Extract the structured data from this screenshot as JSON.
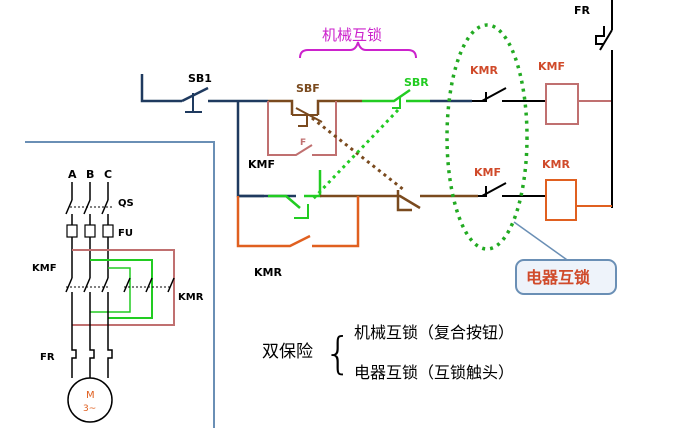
{
  "labels": {
    "fr_top": "FR",
    "sb1": "SB1",
    "sbf": "SBF",
    "sbr": "SBR",
    "kmf_left": "KMF",
    "kmr_left": "KMR",
    "kmr_contact": "KMR",
    "kmf_contact": "KMF",
    "kmf_coil": "KMF",
    "kmr_coil": "KMR",
    "mech_interlock": "机械互锁",
    "elec_interlock": "电器互锁",
    "double_insurance": "双保险",
    "brace": "{",
    "line1": "机械互锁（复合按钮）",
    "line2": "电器互锁（互锁触头）"
  },
  "main_circuit": {
    "phase_a": "A",
    "phase_b": "B",
    "phase_c": "C",
    "qs": "QS",
    "fu": "FU",
    "kmf": "KMF",
    "kmr": "KMR",
    "fr": "FR",
    "motor_m": "M",
    "motor_phase": "3~"
  },
  "colors": {
    "navy": "#1f3a5f",
    "brown": "#7a4a1e",
    "green": "#22cc22",
    "dark_green": "#1a9a1a",
    "orange": "#e06020",
    "pink": "#c07070",
    "magenta": "#cc22cc",
    "red_label": "#d04a2a",
    "frame_blue": "#6a8fb5",
    "dotted_green": "#22aa22"
  }
}
